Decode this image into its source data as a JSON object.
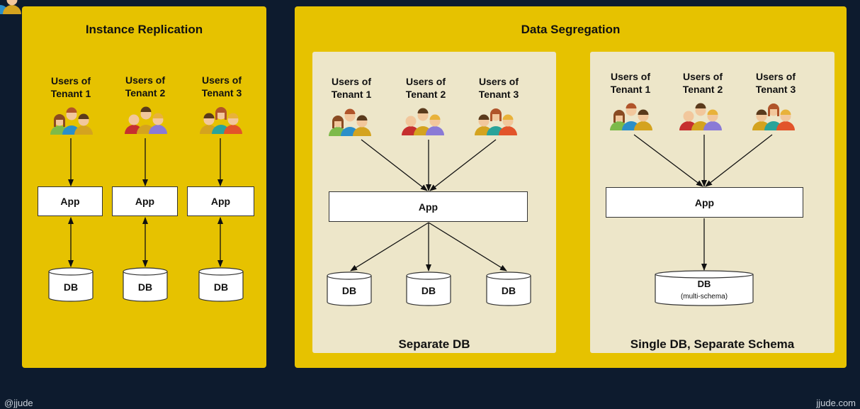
{
  "panels": {
    "instance": {
      "title": "Instance Replication"
    },
    "segregation": {
      "title": "Data Segregation"
    }
  },
  "separate_db": {
    "label": "Separate DB"
  },
  "single_db": {
    "label": "Single DB, Separate Schema"
  },
  "users": [
    {
      "line1": "Users of",
      "line2": "Tenant 1"
    },
    {
      "line1": "Users of",
      "line2": "Tenant 2"
    },
    {
      "line1": "Users of",
      "line2": "Tenant 3"
    }
  ],
  "app_label": "App",
  "db_label": "DB",
  "db_multi_note": "(multi-schema)",
  "footer": {
    "left": "@jjude",
    "right": "jjude.com"
  }
}
